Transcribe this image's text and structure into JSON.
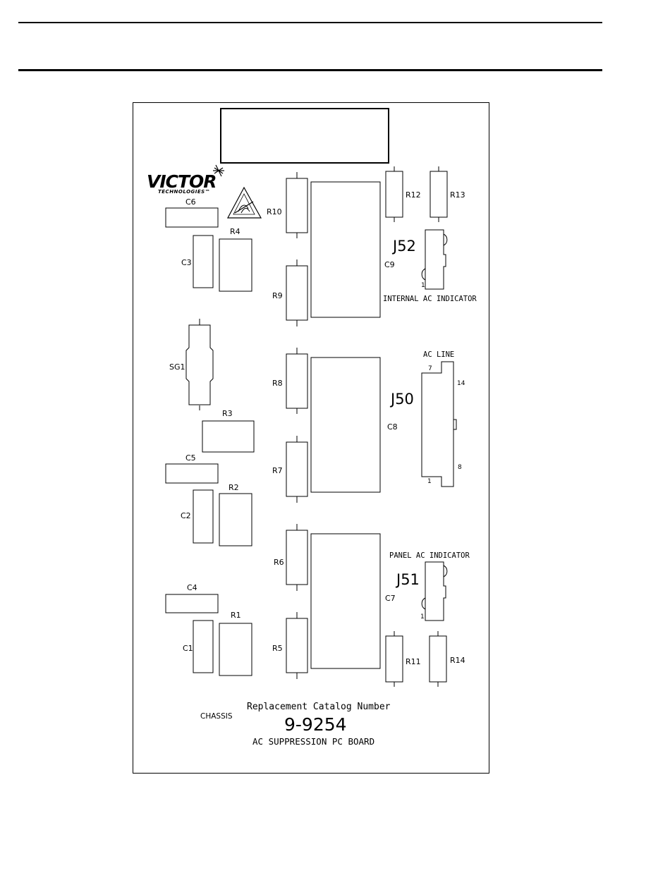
{
  "logo": {
    "brand": "VICTOR",
    "sub": "TECHNOLOGIES™"
  },
  "components": {
    "C1": "C1",
    "C2": "C2",
    "C3": "C3",
    "C4": "C4",
    "C5": "C5",
    "C6": "C6",
    "C7": "C7",
    "C8": "C8",
    "C9": "C9",
    "R1": "R1",
    "R2": "R2",
    "R3": "R3",
    "R4": "R4",
    "R5": "R5",
    "R6": "R6",
    "R7": "R7",
    "R8": "R8",
    "R9": "R9",
    "R10": "R10",
    "R11": "R11",
    "R12": "R12",
    "R13": "R13",
    "R14": "R14",
    "SG1": "SG1"
  },
  "connectors": {
    "J52": {
      "name": "J52",
      "label": "INTERNAL AC INDICATOR",
      "pin": "1"
    },
    "J50": {
      "name": "J50",
      "label": "AC LINE",
      "pin1": "1",
      "pin7": "7",
      "pin8": "8",
      "pin14": "14"
    },
    "J51": {
      "name": "J51",
      "label": "PANEL AC INDICATOR",
      "pin": "1"
    }
  },
  "chassis": "CHASSIS",
  "catalog": {
    "heading": "Replacement Catalog Number",
    "number": "9-9254",
    "description": "AC SUPPRESSION PC BOARD"
  }
}
